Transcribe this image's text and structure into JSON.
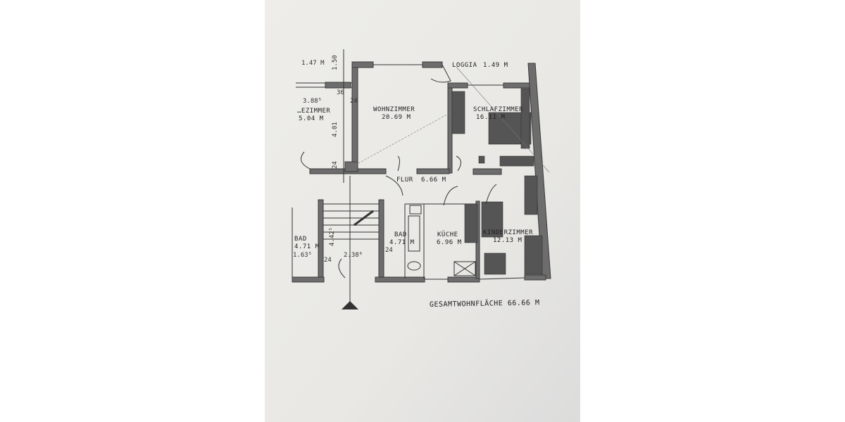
{
  "floor_plan": {
    "rooms": {
      "wohnzimmer": {
        "name": "WOHNZIMMER",
        "area": "20.69 M"
      },
      "schlafzimmer": {
        "name": "SCHLAFZIMMER",
        "area": "16.11 M"
      },
      "loggia": {
        "name": "LOGGIA",
        "area": "1.49 M"
      },
      "flur": {
        "name": "FLUR",
        "area": "6.66 M"
      },
      "bad": {
        "name": "BAD",
        "area": "4.71 M"
      },
      "kueche": {
        "name": "KÜCHE",
        "area": "6.96 M"
      },
      "kinderzimmer": {
        "name": "KINDERZIMMER",
        "area": "12.13 M"
      },
      "neighbor_room": {
        "name": "…EZIMMER",
        "area": "5.04 M"
      },
      "neighbor_bad": {
        "name": "BAD",
        "area": "4.71 M"
      }
    },
    "dimensions": {
      "top_left": "1.47 M",
      "d150": "1.50",
      "d401": "4.01",
      "d388": "3.88⁵",
      "d24a": "24",
      "d24b": "24",
      "d24c": "24",
      "d24d": "24",
      "d4425": "4.42⁵",
      "d238": "2.38⁶",
      "d163": "1.63⁵",
      "d36": "36"
    },
    "total": "GESAMTWOHNFLÄCHE 66.66 M",
    "colors": {
      "paper": "#ebeae6",
      "ink": "#2e2e2e",
      "background": "#ffffff"
    }
  }
}
